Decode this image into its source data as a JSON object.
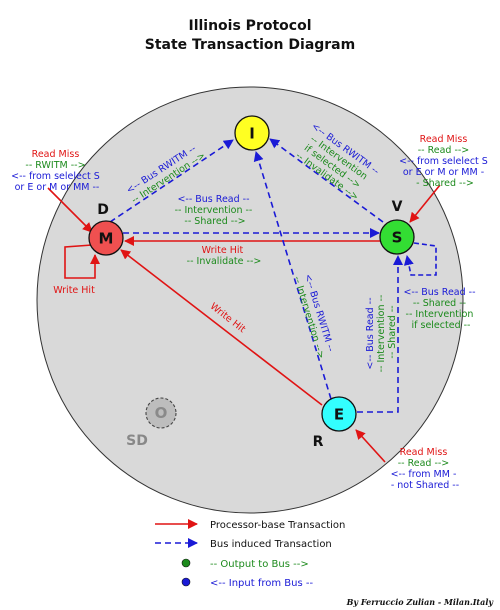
{
  "title": {
    "line1": "Illinois Protocol",
    "line2": "State Transaction Diagram"
  },
  "states": {
    "I": "I",
    "M": "M",
    "S": "S",
    "E": "E",
    "O": "O",
    "label_D": "D",
    "label_V": "V",
    "label_R": "R",
    "label_SD": "SD"
  },
  "transitions": {
    "read_miss_left": [
      "Read Miss",
      "-- RWITM -->",
      "<-- from selelect S",
      "or E or M or MM --"
    ],
    "bus_rwitm_mi": [
      "<-- Bus RWITM --",
      "-- Intervention -->"
    ],
    "bus_read_ms": [
      "<-- Bus Read --",
      "-- Intervention --",
      "-- Shared -->"
    ],
    "write_hit_sm": [
      "Write Hit",
      "-- Invalidate -->"
    ],
    "write_hit_self": "Write Hit",
    "bus_rwitm_si": [
      "<-- Bus RWITM --",
      "-- Intervention",
      "if selected -->",
      "-- Invalidate -->"
    ],
    "read_miss_right": [
      "Read Miss",
      "-- Read -->",
      "<-- from selelect S",
      "or E or M or MM -",
      "- Shared -->"
    ],
    "bus_read_self": [
      "<-- Bus Read --",
      "-- Shared --",
      "-- Intervention",
      "if selected --"
    ],
    "bus_rwitm_ei": [
      "<-- Bus RWITM --",
      "-- Intervention -->"
    ],
    "bus_read_es": [
      "<-- Bus Read --",
      "-- Intervention --",
      "-- Shared --"
    ],
    "write_hit_em": "Write Hit",
    "read_miss_e": [
      "Read Miss",
      "-- Read -->",
      "<-- from MM -",
      "- not Shared --"
    ]
  },
  "legend": {
    "processor": "Processor-base Transaction",
    "bus": "Bus induced Transaction",
    "output": "-- Output to Bus -->",
    "input": "<-- Input from Bus --"
  },
  "credit": "By Ferruccio Zulian - Milan.Italy",
  "colors": {
    "background_circle": "#d9d9d9",
    "I": "#ffff22",
    "M": "#ef5050",
    "S": "#33dd33",
    "E": "#33ffff",
    "processor": "#e01414",
    "bus": "#1a1ad6",
    "output": "#1c8a1c",
    "input": "#1a1ad6"
  }
}
